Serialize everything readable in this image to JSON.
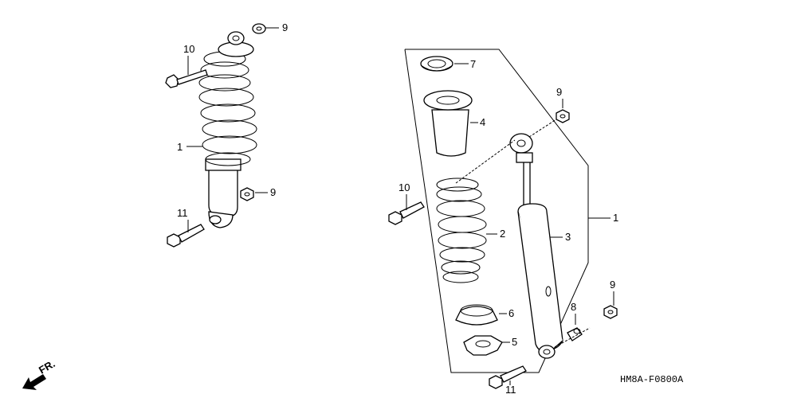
{
  "diagram": {
    "drawing_code": "HM8A-F0800A",
    "direction_label": "FR.",
    "callouts": {
      "left_nut_top": "9",
      "left_bolt_top": "10",
      "left_assembly": "1",
      "left_nut_mid": "9",
      "left_bolt_bottom": "11",
      "spring_seat_stopper": "7",
      "stopper_rubber": "4",
      "right_nut_top": "9",
      "right_bolt_top": "10",
      "spring": "2",
      "damper": "3",
      "assembly_frame": "1",
      "right_nut_bottom": "9",
      "collar": "8",
      "lower_seat": "6",
      "adjuster": "5",
      "right_bolt_bottom": "11"
    }
  }
}
